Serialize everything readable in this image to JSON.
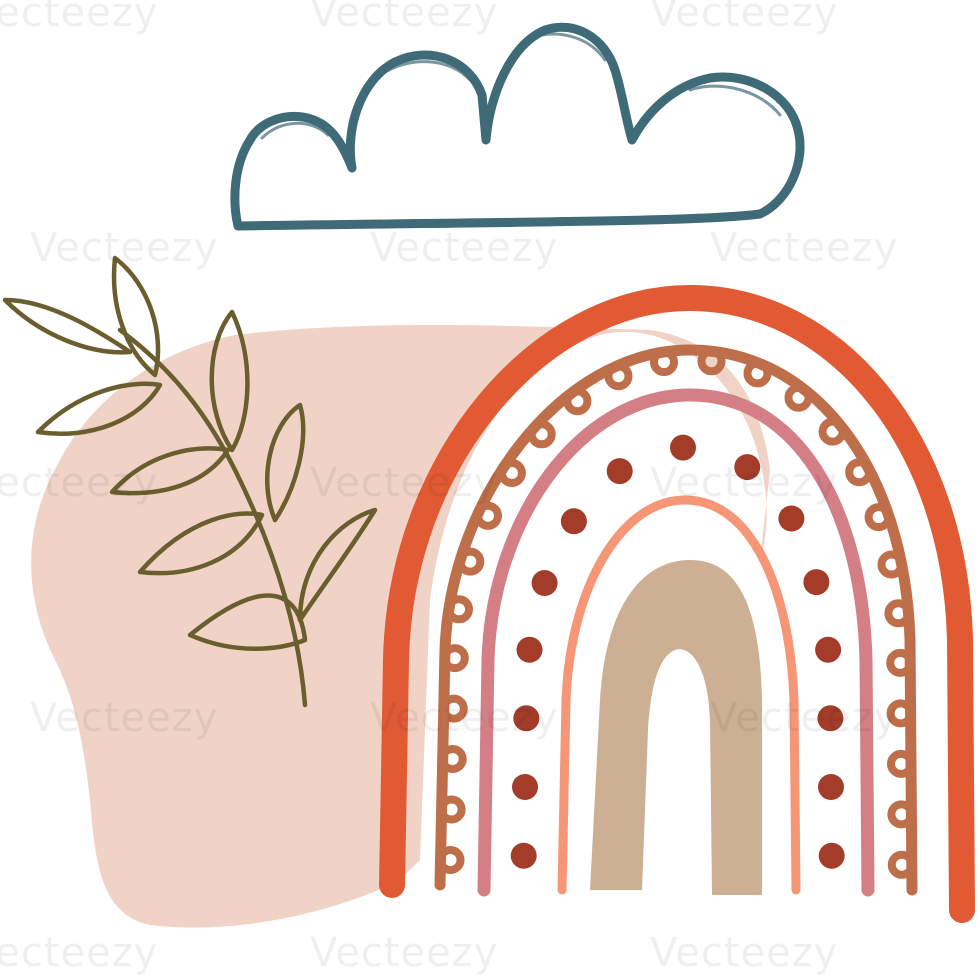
{
  "watermark": {
    "text": "Vecteezy",
    "repeat_text": [
      "Vecteezy",
      "Vecteezy",
      "Vecteezy",
      "Vecteezy",
      "Vecteezy",
      "Vecteezy",
      "Vecteezy",
      "Vecteezy",
      "Vecteezy",
      "Vecteezy",
      "Vecteezy",
      "Vecteezy",
      "Vecteezy",
      "Vecteezy",
      "Vecteezy"
    ]
  },
  "palette": {
    "background": "#ffffff",
    "blob": "#f0d3c6",
    "cloud": "#3e6b77",
    "leaf": "#6a5e2e",
    "arc_outer": "#e25a34",
    "arc_scallop": "#bf6e4a",
    "arc_pink": "#d47f86",
    "arc_salmon": "#f59677",
    "arc_inner": "#cdb093",
    "dots": "#a33d2a"
  },
  "elements": [
    "cloud-outline",
    "pink-blob",
    "leaf-sprig",
    "boho-rainbow"
  ]
}
